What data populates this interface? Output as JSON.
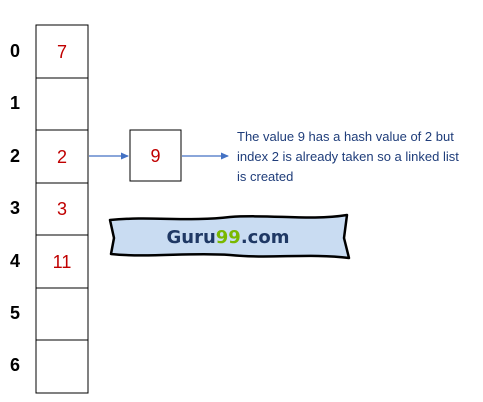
{
  "colors": {
    "cell_text": "#c00000",
    "note_text": "#1f3d7a",
    "arrow": "#4472c4",
    "cell_border": "#000000",
    "logo_fill": "#c9dcf2",
    "logo_text": "#1f3864",
    "logo_accent": "#7ab800"
  },
  "table": {
    "indices": [
      "0",
      "1",
      "2",
      "3",
      "4",
      "5",
      "6"
    ],
    "cells": [
      "7",
      "",
      "2",
      "3",
      "11",
      "",
      ""
    ]
  },
  "chain": {
    "node_value": "9"
  },
  "note": {
    "lines": [
      "The value 9 has a hash value of 2 but",
      "index 2 is already taken so a linked list",
      "is created"
    ]
  },
  "watermark": {
    "prefix": "Guru",
    "accent": "99",
    "suffix": ".com"
  }
}
